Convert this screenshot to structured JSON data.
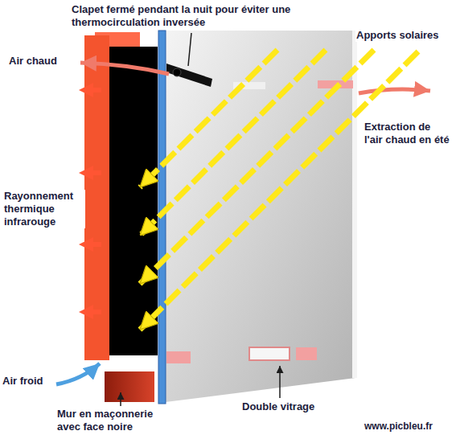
{
  "diagram": {
    "labels": [
      "Clapet fermé pendant la nuit pour éviter une thermocirculation inversée",
      "Air chaud",
      "Apports solaires",
      "Extraction de l'air chaud en été",
      "Rayonnement thermique infrarouge",
      "Air froid",
      "Mur en maçonnerie avec face noire",
      "Double vitrage",
      "www.picbleu.fr"
    ]
  }
}
